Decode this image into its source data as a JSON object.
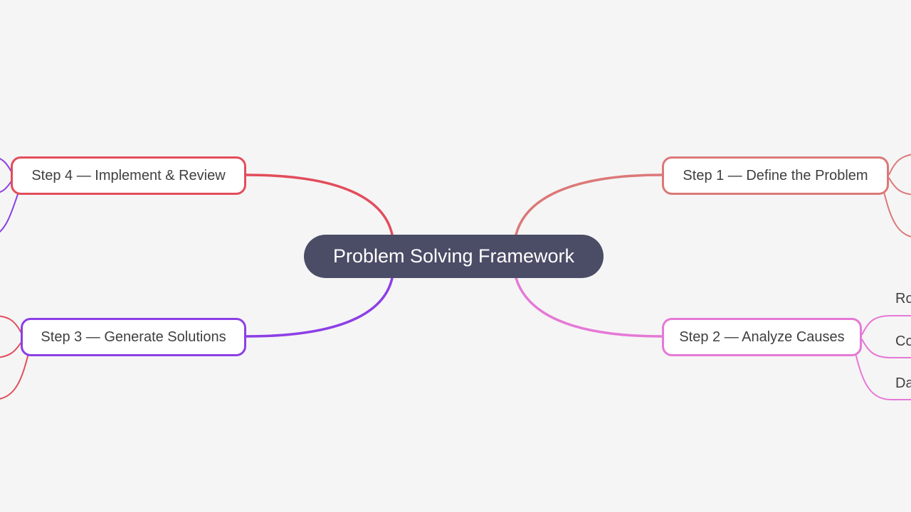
{
  "root": {
    "label": "Problem Solving Framework"
  },
  "colors": {
    "background": "#f5f5f5",
    "root_fill": "#4b4c66",
    "step1": "#dc7878",
    "step2": "#e579d6",
    "step3": "#8c3fe6",
    "step4": "#e24d5c"
  },
  "branches": [
    {
      "id": "step1",
      "label": "Step 1 — Define the Problem"
    },
    {
      "id": "step2",
      "label": "Step 2 — Analyze Causes",
      "children": [
        "Ro",
        "Co",
        "Da"
      ]
    },
    {
      "id": "step3",
      "label": "Step 3 — Generate Solutions"
    },
    {
      "id": "step4",
      "label": "Step 4 — Implement & Review"
    }
  ]
}
